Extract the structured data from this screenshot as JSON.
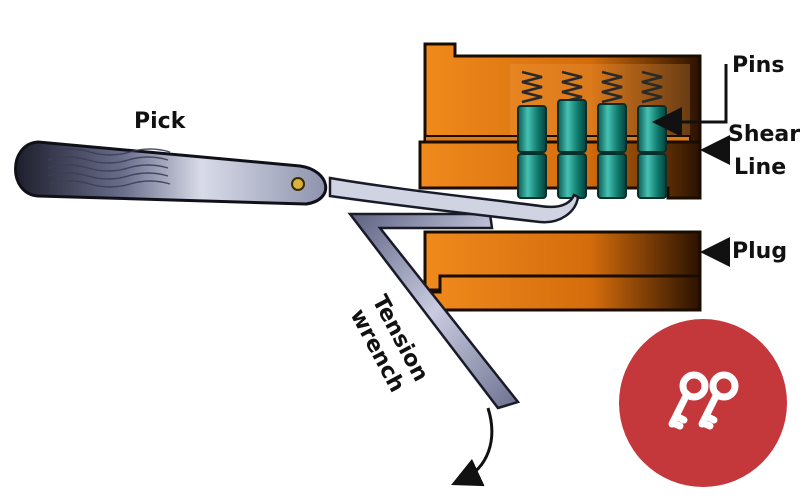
{
  "labels": {
    "pick": "Pick",
    "pins": "Pins",
    "shear_line_1": "Shear",
    "shear_line_2": "Line",
    "plug": "Plug",
    "tension_1": "Tension",
    "tension_2": "wrench"
  },
  "colors": {
    "lock_orange": "#d9700f",
    "lock_dark": "#3a1a00",
    "pin_teal": "#0f7a6e",
    "pin_light": "#3fb7a8",
    "steel": "#9aa0b8",
    "steel_dark": "#2a2b3a",
    "badge_red": "#c4373b",
    "badge_icon": "#ffffff"
  },
  "icons": {
    "badge": "keys-icon"
  }
}
